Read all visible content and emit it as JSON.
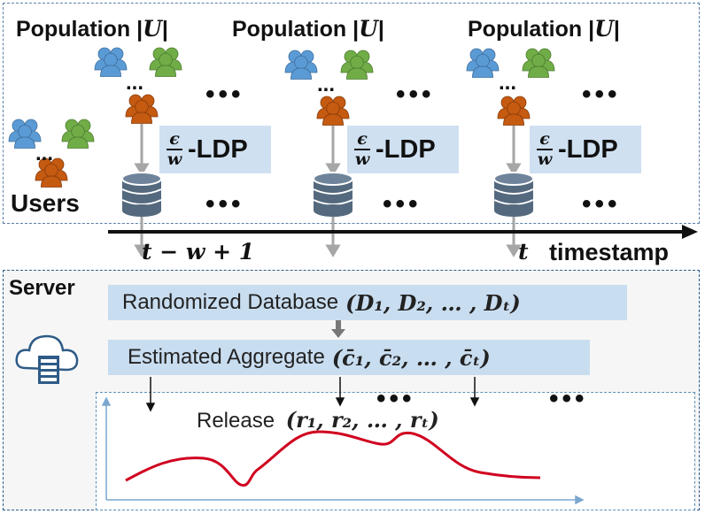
{
  "users": {
    "label": "Users",
    "population_label": "Population |",
    "population_symbol": "U",
    "population_close": "|"
  },
  "ldp": {
    "numerator": "ϵ",
    "denominator": "w",
    "suffix": "-LDP"
  },
  "ellipsis": "•••",
  "small_ellipsis": "...",
  "timeline": {
    "start_tick": "t − w + 1",
    "end_tick": "t",
    "axis_label": "timestamp"
  },
  "server": {
    "label": "Server",
    "randomized_db_text": "Randomized Database",
    "randomized_db_math": "(D₁, D₂, … , Dₜ)",
    "estimated_text": "Estimated Aggregate",
    "estimated_math": "(c̄₁, c̄₂, … , c̄ₜ)",
    "release_text": "Release",
    "release_math": "(r₁, r₂, … , rₜ)"
  },
  "colors": {
    "blue_user": "#5b9bd5",
    "green_user": "#70ad47",
    "orange_user": "#c55a11",
    "ldp_fill": "#cfe0f1",
    "curve": "#d0001f",
    "db_fill": "#54697e"
  },
  "icons": [
    "user-group-icon",
    "database-icon",
    "cloud-server-icon"
  ]
}
